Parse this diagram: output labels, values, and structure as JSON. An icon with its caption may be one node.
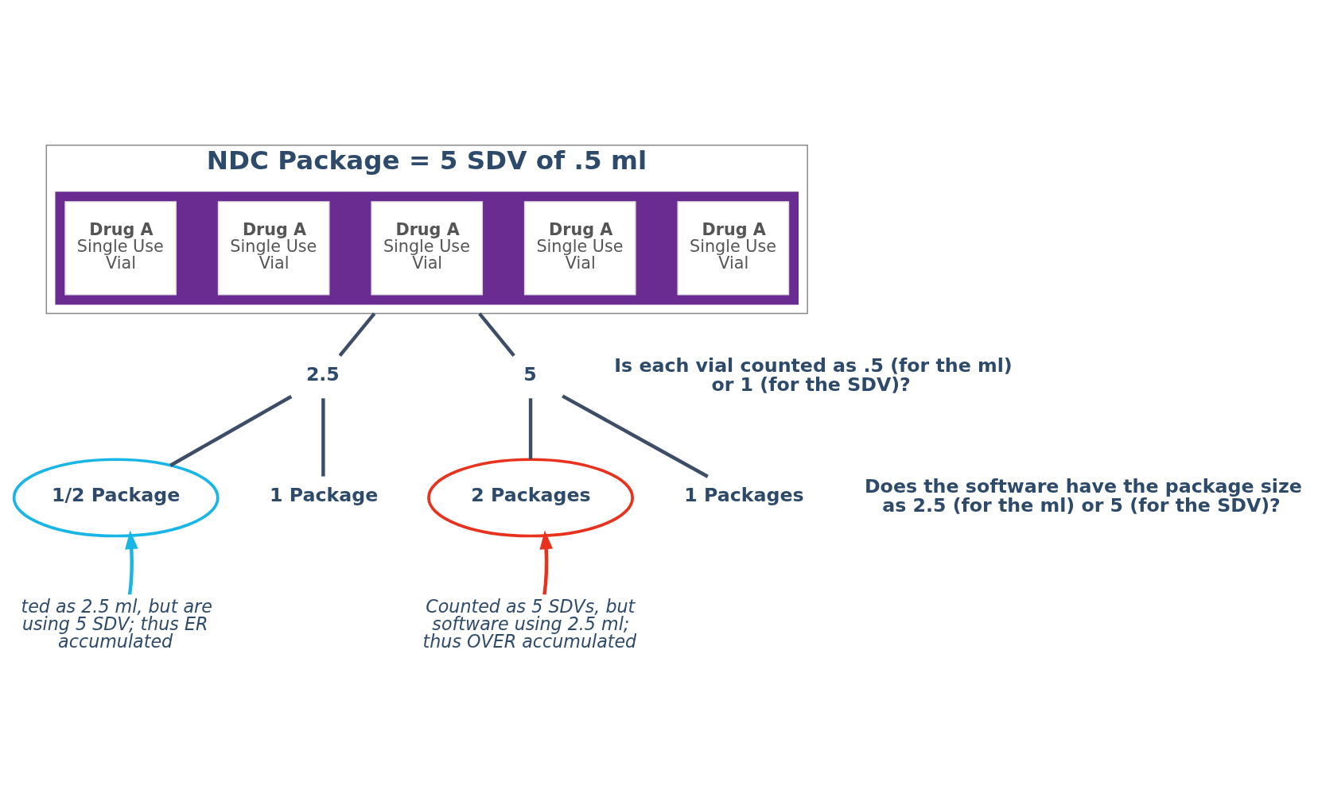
{
  "diagram": {
    "nodes": [
      {
        "text": [
          "NDC Package = 5 SDV of .5 ml"
        ]
      },
      {
        "text": [],
        "shape": "box",
        "in": 0
      },
      {
        "text": [
          "Drug A",
          "Single Use Vial"
        ],
        "in": 1
      },
      {
        "text": [
          "Drug A",
          "Single Use Vial"
        ],
        "in": 1
      },
      {
        "text": [
          "Drug A",
          "Single Use Vial"
        ],
        "in": 1
      },
      {
        "text": [
          "Drug A",
          "Single Use Vial"
        ],
        "in": 1
      },
      {
        "text": [
          "Drug A",
          "Single Use Vial"
        ],
        "in": 1
      },
      {
        "text": [
          "2.5"
        ]
      },
      {
        "text": [
          "5"
        ]
      },
      {
        "text": [
          "1/2 Package"
        ]
      },
      {
        "text": [
          "1 Package"
        ]
      },
      {
        "text": [
          "2 Packages"
        ]
      },
      {
        "text": [
          "1 Packages"
        ]
      },
      {
        "text": [
          "ted as 2.5 ml, but are using 5 SDV; thus ER accumulated"
        ]
      },
      {
        "text": [
          "Counted as 5 SDVs, but software using 2.5 ml; thus OVER accumulated"
        ]
      }
    ],
    "edges": [
      {
        "from": 0,
        "to": 7,
        "arrow": "none"
      },
      {
        "from": 0,
        "to": 8,
        "arrow": "none"
      },
      {
        "from": 7,
        "to": 9,
        "arrow": "none"
      },
      {
        "from": 7,
        "to": 10,
        "arrow": "none"
      },
      {
        "from": 8,
        "to": 11,
        "arrow": "none"
      },
      {
        "from": 8,
        "to": 12,
        "arrow": "none"
      },
      {
        "from": 13,
        "to": 9,
        "arrow": "to",
        "color": "#19b5e6"
      },
      {
        "from": 14,
        "to": 11,
        "arrow": "to",
        "color": "#e8321e"
      }
    ],
    "labels": [
      "Is each vial counted as .5 (for the ml) or 1 (for the SDV)?",
      "Does the software have the package size as 2.5 (for the ml) or 5 (for the SDV)?"
    ]
  }
}
